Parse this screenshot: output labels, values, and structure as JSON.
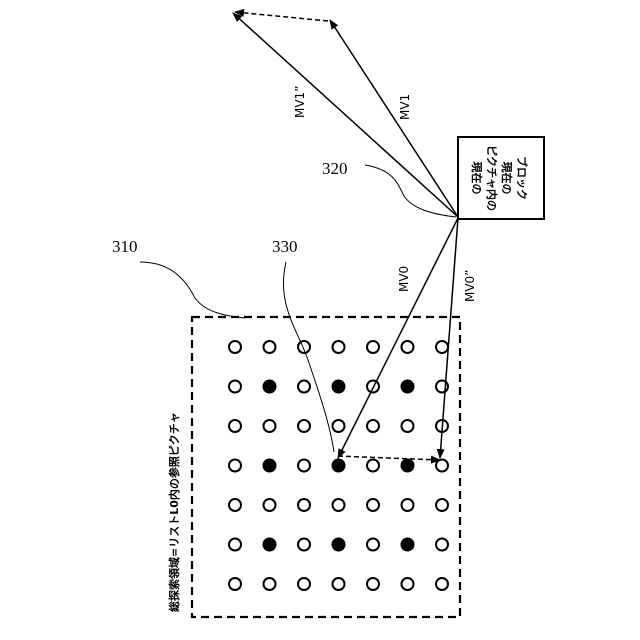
{
  "labels": {
    "ref_310": "310",
    "ref_320": "320",
    "ref_330": "330",
    "mv1": "MV1",
    "mv1_dd": "MV1”",
    "mv0": "MV0",
    "mv0_dd": "MV0”",
    "search_region": "総探索領域=リストL0内の参照ピクチャ",
    "current_block_lines": [
      "現在の",
      "ピクチャ内の",
      "現在の",
      "ブロック"
    ]
  },
  "grid": {
    "rows": 7,
    "cols": 7,
    "filled": [
      [
        1,
        1
      ],
      [
        1,
        3
      ],
      [
        1,
        5
      ],
      [
        3,
        1
      ],
      [
        3,
        3
      ],
      [
        3,
        5
      ],
      [
        5,
        1
      ],
      [
        5,
        3
      ],
      [
        5,
        5
      ]
    ]
  },
  "colors": {
    "ink": "#000000",
    "paper": "#ffffff"
  }
}
